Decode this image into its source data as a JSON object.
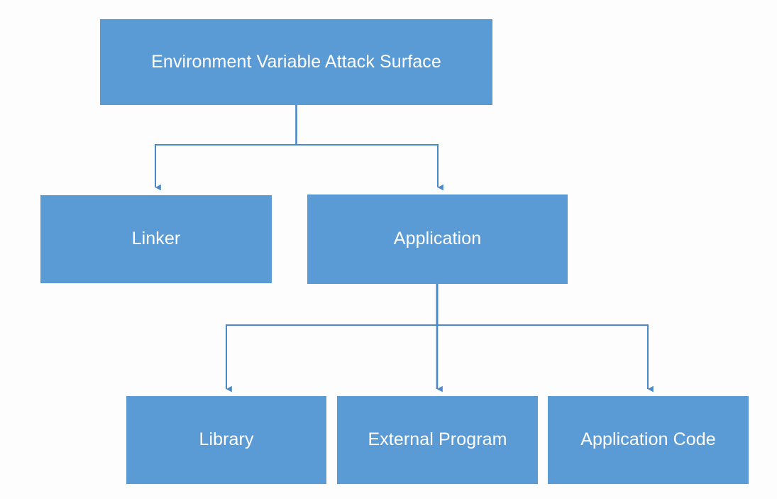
{
  "diagram": {
    "title": "Environment Variable Attack Surface",
    "type": "hierarchy-tree",
    "background_color": "#fdfdfd",
    "node_fill_color": "#5b9bd5",
    "node_text_color": "#ffffff",
    "connector_color": "#4a89c8",
    "levels": [
      {
        "level": 1,
        "nodes": [
          {
            "id": "root",
            "label": "Environment Variable Attack Surface"
          }
        ]
      },
      {
        "level": 2,
        "nodes": [
          {
            "id": "linker",
            "label": "Linker"
          },
          {
            "id": "application",
            "label": "Application"
          }
        ]
      },
      {
        "level": 3,
        "nodes": [
          {
            "id": "library",
            "label": "Library"
          },
          {
            "id": "external_program",
            "label": "External Program"
          },
          {
            "id": "application_code",
            "label": "Application Code"
          }
        ]
      }
    ],
    "nodes": {
      "root": {
        "label": "Environment Variable Attack Surface"
      },
      "linker": {
        "label": "Linker"
      },
      "application": {
        "label": "Application"
      },
      "library": {
        "label": "Library"
      },
      "external_program": {
        "label": "External Program"
      },
      "application_code": {
        "label": "Application Code"
      }
    },
    "edges": [
      {
        "from": "root",
        "to": "linker"
      },
      {
        "from": "root",
        "to": "application"
      },
      {
        "from": "application",
        "to": "library"
      },
      {
        "from": "application",
        "to": "external_program"
      },
      {
        "from": "application",
        "to": "application_code"
      }
    ]
  }
}
